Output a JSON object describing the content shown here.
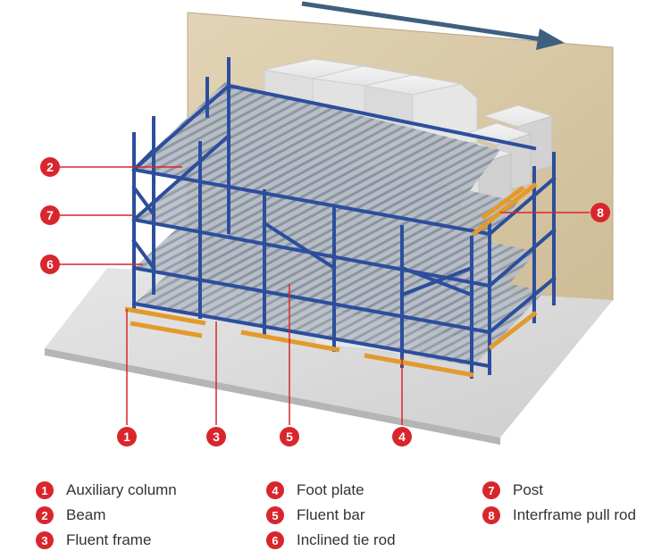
{
  "colors": {
    "accent": "#d8262c",
    "frame_blue": "#2c4e9c",
    "beam_orange": "#e39a2c",
    "roller_grey": "#a9b1bc",
    "wall": "#d9c9a7",
    "floor": "#dcdcdc",
    "box": "#e9e9e9",
    "arrow": "#3f5f7f"
  },
  "callouts": [
    {
      "number": "2"
    },
    {
      "number": "7"
    },
    {
      "number": "6"
    },
    {
      "number": "8"
    },
    {
      "number": "1"
    },
    {
      "number": "3"
    },
    {
      "number": "5"
    },
    {
      "number": "4"
    }
  ],
  "legend": [
    {
      "number": "1",
      "label": "Auxiliary column"
    },
    {
      "number": "2",
      "label": "Beam"
    },
    {
      "number": "3",
      "label": "Fluent frame"
    },
    {
      "number": "4",
      "label": "Foot plate"
    },
    {
      "number": "5",
      "label": "Fluent bar"
    },
    {
      "number": "6",
      "label": "Inclined tie rod"
    },
    {
      "number": "7",
      "label": "Post"
    },
    {
      "number": "8",
      "label": "Interframe pull rod"
    }
  ]
}
